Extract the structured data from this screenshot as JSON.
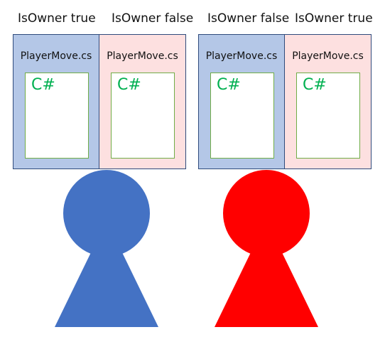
{
  "groups": [
    {
      "left": {
        "header": "IsOwner true",
        "file": "PlayerMove.cs",
        "lang": "C#",
        "fill": "#b4c7e7"
      },
      "right": {
        "header": "IsOwner false",
        "file": "PlayerMove.cs",
        "lang": "C#",
        "fill": "#fde0e0"
      }
    },
    {
      "left": {
        "header": "IsOwner false",
        "file": "PlayerMove.cs",
        "lang": "C#",
        "fill": "#b4c7e7"
      },
      "right": {
        "header": "IsOwner true",
        "file": "PlayerMove.cs",
        "lang": "C#",
        "fill": "#fde0e0"
      }
    }
  ],
  "players": [
    {
      "color": "#4472c4"
    },
    {
      "color": "#ff0000"
    }
  ],
  "colors": {
    "border": "#2f4b7c",
    "card_border": "#70ad47",
    "lang_text": "#00b050"
  }
}
